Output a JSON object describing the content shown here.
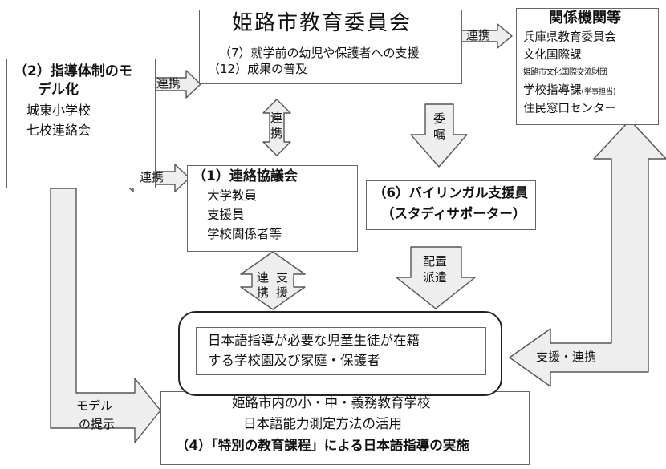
{
  "himeji_board": {
    "title": "姫路市教育委員会",
    "line1": "（7）就学前の幼児や保護者への支援",
    "line2": "（12）成果の普及"
  },
  "related_orgs": {
    "title": "関係機関等",
    "items": [
      "兵庫県教育委員会",
      "文化国際課",
      "姫路市文化国際交流財団",
      "学校指導課",
      "住民窓口センター"
    ],
    "note": "(学事担当)"
  },
  "model_system": {
    "title_line1": "（2）指導体制のモ",
    "title_line2": "デル化",
    "items": [
      "城東小学校",
      "七校連絡会"
    ]
  },
  "liaison_council": {
    "title": "（1）連絡協議会",
    "items": [
      "大学教員",
      "支援員",
      "学校関係者等"
    ]
  },
  "bilingual": {
    "line1": "（6）バイリンガル支援員",
    "line2": "（スタディサポーター）"
  },
  "target_schools": {
    "line1": "日本語指導が必要な児童生徒が在籍",
    "line2": "する学校園及び家庭・保護者"
  },
  "implementation": {
    "line1": "姫路市内の小・中・義務教育学校",
    "line2": "日本語能力測定方法の活用",
    "line3": "（4）「特別の教育課程」による日本語指導の実施"
  },
  "arrows": {
    "renkei_board_orgs": "連携",
    "renkei_model_board": "連携",
    "renkei_board_council_1": "連",
    "renkei_board_council_2": "携",
    "renkei_model_council": "連携",
    "ishoku_1": "委",
    "ishoku_2": "嘱",
    "renkei_shien_1": "連",
    "renkei_shien_2": "携",
    "renkei_shien_3": "支",
    "renkei_shien_4": "援",
    "haichi_1": "配置",
    "haichi_2": "派遣",
    "shien_renkei": "支援・連携",
    "model_teiji_1": "モデル",
    "model_teiji_2": "の提示"
  }
}
